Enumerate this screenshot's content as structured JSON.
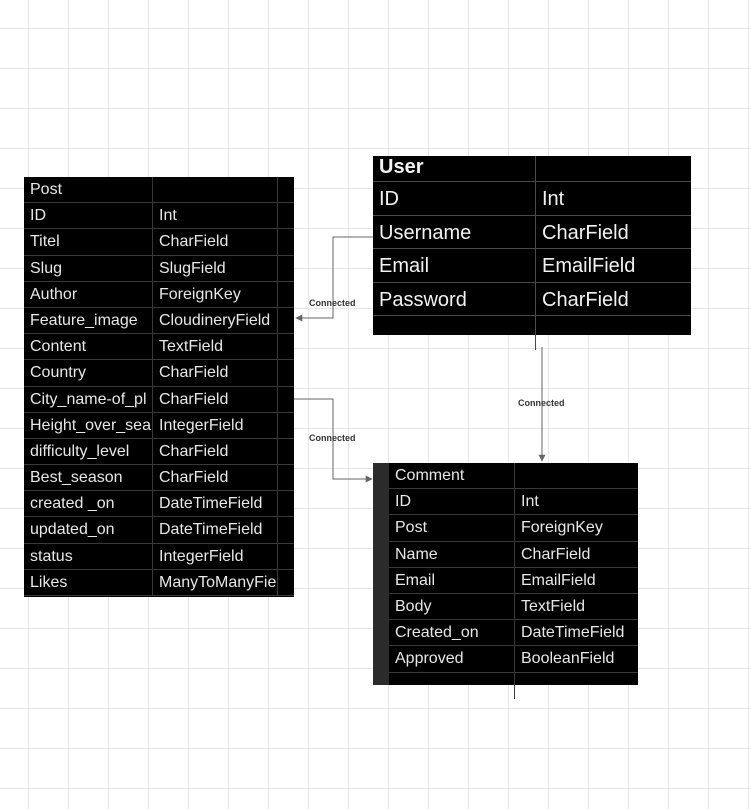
{
  "post_table": {
    "title": "Post",
    "rows": [
      {
        "field": "ID",
        "type": "Int"
      },
      {
        "field": "Titel",
        "type": "CharField"
      },
      {
        "field": "Slug",
        "type": "SlugField"
      },
      {
        "field": "Author",
        "type": "ForeignKey"
      },
      {
        "field": "Feature_image",
        "type": "CloudineryField"
      },
      {
        "field": "Content",
        "type": "TextField"
      },
      {
        "field": "Country",
        "type": "CharField"
      },
      {
        "field": "City_name-of_pl",
        "type": "CharField"
      },
      {
        "field": "Height_over_sea",
        "type": "IntegerField"
      },
      {
        "field": "difficulty_level",
        "type": "CharField"
      },
      {
        "field": "Best_season",
        "type": "CharField"
      },
      {
        "field": "created _on",
        "type": "DateTimeField"
      },
      {
        "field": "updated_on",
        "type": "DateTimeField"
      },
      {
        "field": "status",
        "type": "IntegerField"
      },
      {
        "field": "Likes",
        "type": "ManyToManyField"
      }
    ]
  },
  "user_table": {
    "title": "User",
    "rows": [
      {
        "field": "ID",
        "type": "Int"
      },
      {
        "field": "Username",
        "type": "CharField"
      },
      {
        "field": "Email",
        "type": "EmailField"
      },
      {
        "field": "Password",
        "type": "CharField"
      }
    ]
  },
  "comment_table": {
    "title": "Comment",
    "rows": [
      {
        "field": "ID",
        "type": "Int"
      },
      {
        "field": "Post",
        "type": "ForeignKey"
      },
      {
        "field": "Name",
        "type": "CharField"
      },
      {
        "field": "Email",
        "type": "EmailField"
      },
      {
        "field": "Body",
        "type": "TextField"
      },
      {
        "field": "Created_on",
        "type": "DateTimeField"
      },
      {
        "field": "Approved",
        "type": "BooleanField"
      }
    ]
  },
  "connectors": {
    "user_to_post": "Connected",
    "post_to_comment": "Connected",
    "user_to_comment": "Connected"
  },
  "colors": {
    "table_bg": "#000000",
    "table_text": "#e8e8e8",
    "connector": "#666666"
  }
}
